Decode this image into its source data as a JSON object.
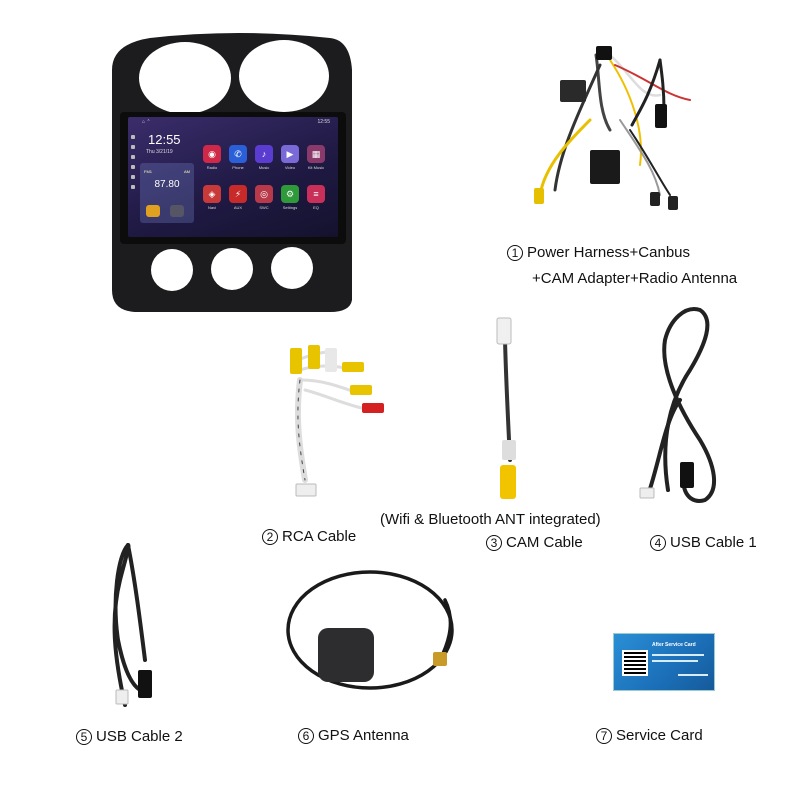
{
  "labels": {
    "item1_line1": "Power Harness+Canbus",
    "item1_line2": "+CAM Adapter+Radio Antenna",
    "item2": "RCA Cable",
    "item3": "CAM Cable",
    "item3_note": "(Wifi & Bluetooth ANT integrated)",
    "item4": "USB Cable 1",
    "item5": "USB Cable 2",
    "item6": "GPS Antenna",
    "item7": "Service Card"
  },
  "numbers": {
    "n1": "1",
    "n2": "2",
    "n3": "3",
    "n4": "4",
    "n5": "5",
    "n6": "6",
    "n7": "7"
  },
  "head_unit": {
    "clock_time": "12:55",
    "clock_date": "Thu 3/21/19",
    "status_time": "12:55",
    "radio_band": "FM1",
    "radio_band_right": "AM",
    "radio_freq": "87.80",
    "apps": [
      "Radio",
      "Phone",
      "Music",
      "Video",
      "Kit Music",
      "Navi",
      "AUX",
      "SWC",
      "Settings",
      "EQ"
    ]
  },
  "service_card": {
    "title": "After Service Card"
  }
}
